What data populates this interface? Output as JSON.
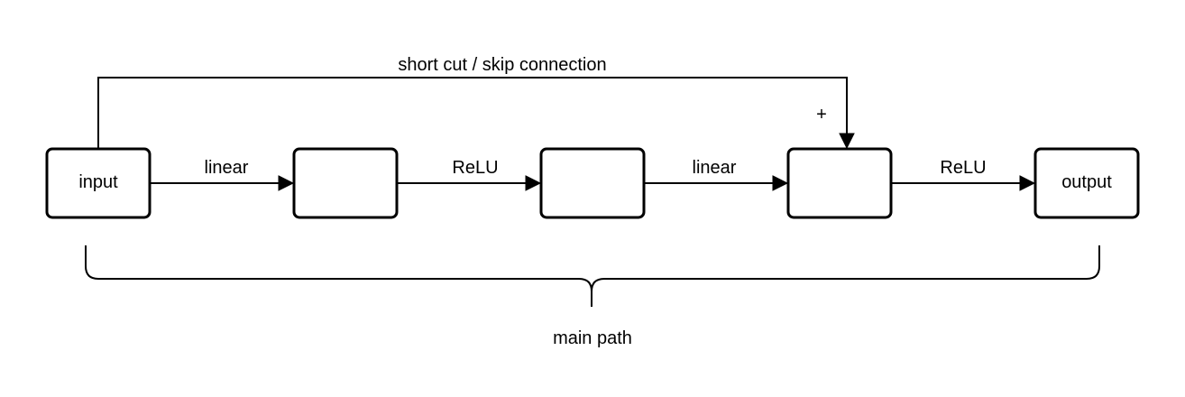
{
  "diagram": {
    "nodes": [
      {
        "id": "input",
        "label": "input"
      },
      {
        "id": "n2",
        "label": ""
      },
      {
        "id": "n3",
        "label": ""
      },
      {
        "id": "n4",
        "label": ""
      },
      {
        "id": "output",
        "label": "output"
      }
    ],
    "edges": [
      {
        "from": "input",
        "to": "n2",
        "label": "linear"
      },
      {
        "from": "n2",
        "to": "n3",
        "label": "ReLU"
      },
      {
        "from": "n3",
        "to": "n4",
        "label": "linear"
      },
      {
        "from": "n4",
        "to": "output",
        "label": "ReLU"
      }
    ],
    "skip": {
      "from": "input",
      "to": "n4",
      "label": "short cut / skip connection",
      "sign": "+"
    },
    "brace": {
      "label": "main path"
    }
  },
  "colors": {
    "stroke": "#000000",
    "background": "#ffffff"
  }
}
